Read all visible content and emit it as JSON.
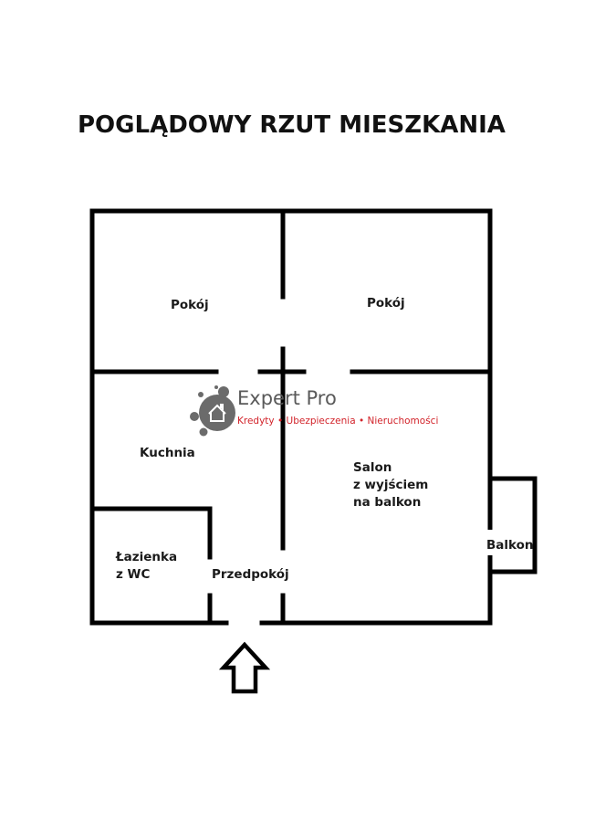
{
  "title": "POGLĄDOWY RZUT MIESZKANIA",
  "rooms": {
    "pokoj_left": "Pokój",
    "pokoj_right": "Pokój",
    "kuchnia": "Kuchnia",
    "salon": [
      "Salon",
      "z wyjściem",
      "na balkon"
    ],
    "lazienka": [
      "Łazienka",
      "z WC"
    ],
    "przedpokoj": "Przedpokój",
    "balkon": "Balkon"
  },
  "watermark": {
    "name": "Expert Pro",
    "tagline": "Kredyty • Ubezpieczenia • Nieruchomości",
    "name_color": "#5a5a5a",
    "tagline_color": "#d2232a"
  },
  "entrance": {
    "icon": "arrow-up-outline-icon"
  },
  "colors": {
    "wall": "#000000",
    "background": "#ffffff"
  }
}
